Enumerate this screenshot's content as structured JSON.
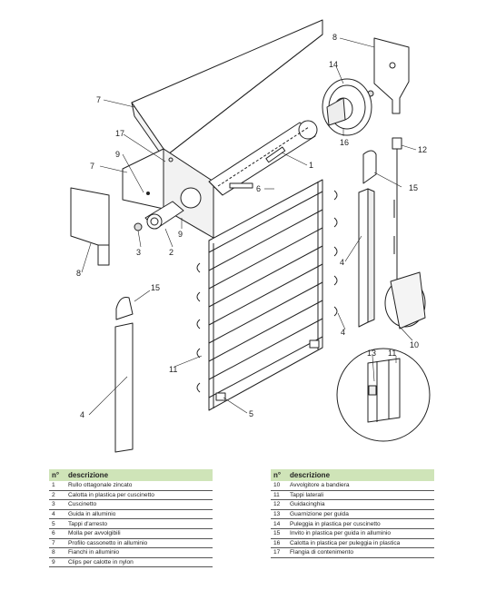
{
  "diagram": {
    "callouts": [
      "8",
      "14",
      "7",
      "17",
      "9",
      "16",
      "12",
      "7",
      "1",
      "15",
      "6",
      "9",
      "3",
      "2",
      "4",
      "8",
      "15",
      "11",
      "10",
      "4",
      "13",
      "11",
      "4",
      "5"
    ]
  },
  "legend": {
    "header_num": "n°",
    "header_desc": "descrizione",
    "left": [
      {
        "n": "1",
        "d": "Rullo ottagonale zincato"
      },
      {
        "n": "2",
        "d": "Calotta in plastica per cuscinetto"
      },
      {
        "n": "3",
        "d": "Cuscinetto"
      },
      {
        "n": "4",
        "d": "Guida in alluminio"
      },
      {
        "n": "5",
        "d": "Tappi d'arresto"
      },
      {
        "n": "6",
        "d": "Molla per avvolgibili"
      },
      {
        "n": "7",
        "d": "Profilo cassonetto in alluminio"
      },
      {
        "n": "8",
        "d": "Fianchi in alluminio"
      },
      {
        "n": "9",
        "d": "Clips per calotte in nylon"
      }
    ],
    "right": [
      {
        "n": "10",
        "d": "Avvolgitore a bandiera"
      },
      {
        "n": "11",
        "d": "Tappi laterali"
      },
      {
        "n": "12",
        "d": "Guidacinghia"
      },
      {
        "n": "13",
        "d": "Guarnizione per guida"
      },
      {
        "n": "14",
        "d": "Puleggia in plastica per cuscinetto"
      },
      {
        "n": "15",
        "d": "Invito in plastica per guida in alluminio"
      },
      {
        "n": "16",
        "d": "Calotta in plastica per puleggia in plastica"
      },
      {
        "n": "17",
        "d": "Flangia di contenimento"
      }
    ]
  }
}
